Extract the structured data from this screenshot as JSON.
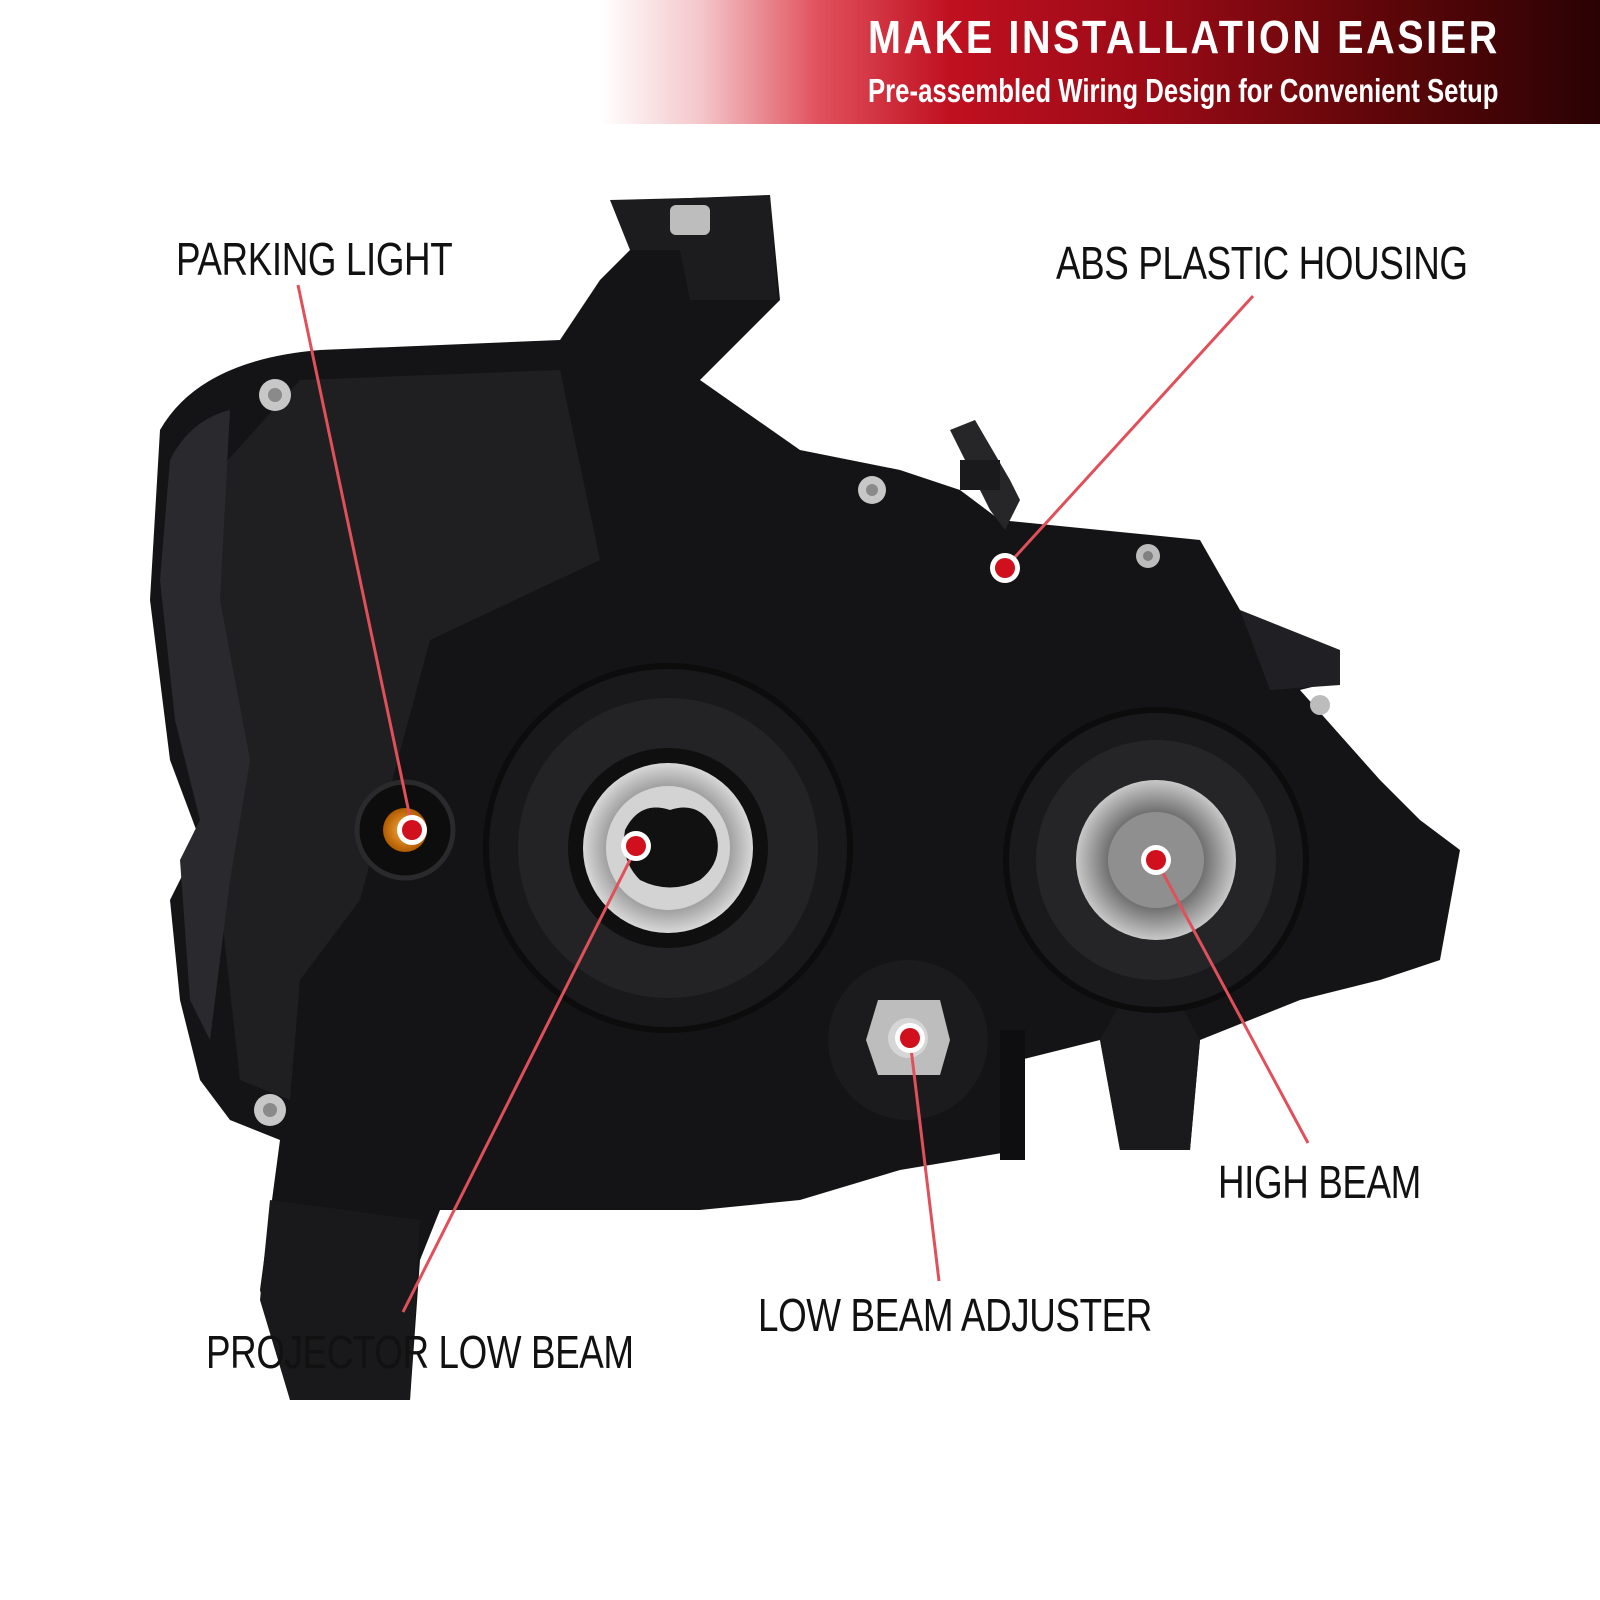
{
  "banner": {
    "title": "MAKE INSTALLATION EASIER",
    "subtitle": "Pre-assembled Wiring Design for Convenient Setup"
  },
  "callouts": {
    "parking_light": "PARKING LIGHT",
    "abs_housing": "ABS PLASTIC HOUSING",
    "projector_low_beam": "PROJECTOR LOW BEAM",
    "low_beam_adjuster": "LOW BEAM ADJUSTER",
    "high_beam": "HIGH BEAM"
  },
  "colors": {
    "accent": "#d0101c",
    "leader_line": "#e0505a",
    "housing": "#141416"
  }
}
